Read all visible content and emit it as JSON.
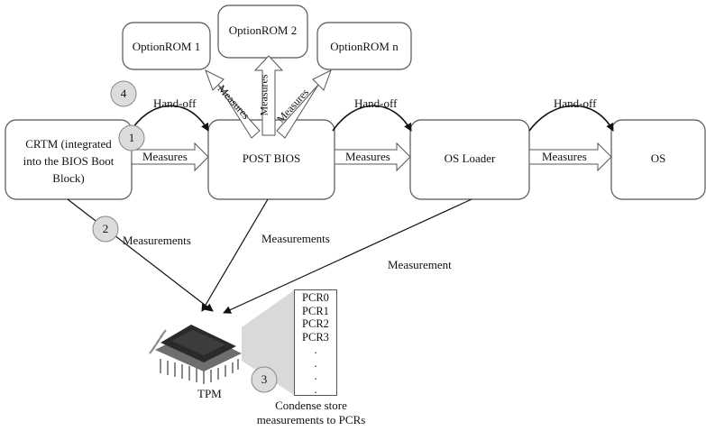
{
  "nodes": {
    "crtm": [
      "CRTM (integrated",
      "into the BIOS Boot",
      "Block)"
    ],
    "post_bios": "POST BIOS",
    "os_loader": "OS Loader",
    "os": "OS",
    "option_rom_1": "OptionROM 1",
    "option_rom_2": "OptionROM 2",
    "option_rom_n": "OptionROM n",
    "tpm": "TPM"
  },
  "edges": {
    "hand_off": "Hand-off",
    "measures": "Measures",
    "measurements": "Measurements",
    "measurement": "Measurement"
  },
  "steps": {
    "s1": "1",
    "s2": "2",
    "s3": "3",
    "s4": "4"
  },
  "pcrs": [
    "PCR0",
    "PCR1",
    "PCR2",
    "PCR3",
    ".",
    ".",
    ".",
    "."
  ],
  "pcr_caption": [
    "Condense store",
    "measurements to PCRs"
  ]
}
